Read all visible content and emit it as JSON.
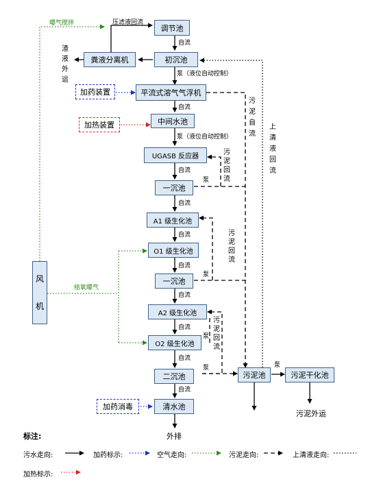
{
  "colors": {
    "box_fill": "#dce9f5",
    "box_border": "#3d5f86",
    "flow": "#000000",
    "dosing": "#1a2fd0",
    "air": "#2f8a1e",
    "heating": "#d42a1f"
  },
  "nodes": {
    "regulating_tank": "调节池",
    "primary_settling": "初沉池",
    "manure_separator": "粪液分离机",
    "dosing_device_1": "加药装置",
    "daf": "平流式溶气气浮机",
    "heating_device": "加热装置",
    "intermediate_tank": "中间水池",
    "ugasb": "UGASB 反应器",
    "settling_1": "一沉池",
    "a1": "A1 级生化池",
    "o1": "O1 级生化池",
    "settling_2": "一沉池",
    "a2": "A2 级生化池",
    "o2": "O2 级生化池",
    "secondary_settling": "二沉池",
    "sludge_tank": "污泥池",
    "sludge_dryer": "污泥干化池",
    "dosing_disinfection": "加药消毒",
    "clear_tank": "清水池",
    "blower": "风机"
  },
  "labels": {
    "aeration_stir": "曝气搅拌",
    "filtrate_return": "压滤液回流",
    "residue_out": "渣液外运",
    "gravity": "自流",
    "pump_level": "泵（液位自动控制）",
    "pump_level_2": "泵（液位自动控制）",
    "pump": "泵",
    "sludge_gravity": "污泥自流",
    "supernatant_return": "上清液回流",
    "sludge_return": "污泥回流",
    "oxygen_aeration": "给氧曝气",
    "sludge_out": "污泥外运",
    "discharge": "外排"
  },
  "legend": {
    "title": "标注:",
    "sewage": "污水走向:",
    "dosing": "加药标示:",
    "air": "空气走向:",
    "sludge": "污泥走向:",
    "supernatant": "上清液走向:",
    "heating": "加热标示:"
  }
}
